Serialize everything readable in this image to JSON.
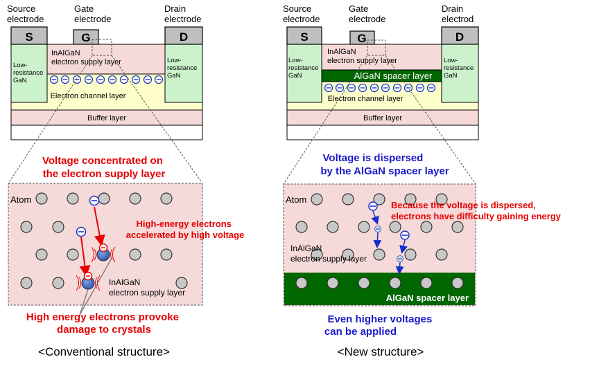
{
  "conventional": {
    "source_label": [
      "Source",
      "electrode"
    ],
    "gate_label": [
      "Gate",
      "electrode"
    ],
    "drain_label": [
      "Drain",
      "electrode"
    ],
    "s": "S",
    "g": "G",
    "d": "D",
    "low_res_left": [
      "Low-",
      "resistance",
      "GaN"
    ],
    "low_res_right": [
      "Low-",
      "resistance",
      "GaN"
    ],
    "supply_layer": [
      "InAlGaN",
      "electron supply layer"
    ],
    "channel_layer": "Electron channel layer",
    "buffer_layer": "Buffer layer",
    "headline": [
      "Voltage concentrated on",
      "the electron supply layer"
    ],
    "atom": "Atom",
    "high_energy": [
      "High-energy electrons",
      "accelerated by high voltage"
    ],
    "zoom_supply": [
      "InAlGaN",
      "electron supply layer"
    ],
    "damage": [
      "High energy electrons provoke",
      "damage to crystals"
    ],
    "caption": "<Conventional structure>"
  },
  "new": {
    "source_label": [
      "Source",
      "electrode"
    ],
    "gate_label": [
      "Gate",
      "electrode"
    ],
    "drain_label": [
      "Drain",
      "electrod"
    ],
    "s": "S",
    "g": "G",
    "d": "D",
    "low_res_left": [
      "Low-",
      "resistance",
      "GaN"
    ],
    "low_res_right": [
      "Low-",
      "resistance",
      "GaN"
    ],
    "supply_layer": [
      "InAlGaN",
      "electron supply layer"
    ],
    "spacer_layer": "AlGaN spacer layer",
    "channel_layer": "Electron channel layer",
    "buffer_layer": "Buffer layer",
    "headline": [
      "Voltage is dispersed",
      "by the AlGaN spacer layer"
    ],
    "atom": "Atom",
    "dispersed": [
      "Because the voltage is dispersed,",
      "electrons have difficulty gaining energy"
    ],
    "zoom_supply": [
      "InAlGaN",
      "electron supply layer"
    ],
    "zoom_spacer": "AlGaN spacer layer",
    "higher": [
      "Even higher voltages",
      "can be applied"
    ],
    "caption": "<New structure>"
  },
  "colors": {
    "supply_pink": "#f6d9d9",
    "channel_yellow": "#ffffcc",
    "gan_green": "#ccf2cc",
    "spacer_green": "#006600",
    "electrode_gray": "#bfbfbf",
    "electron_blue": "#2040c0",
    "red_text": "#e60000",
    "blue_text": "#0000cc"
  },
  "icons": {
    "electron": "minus-in-circle-icon",
    "atom": "gray-circle-icon"
  }
}
